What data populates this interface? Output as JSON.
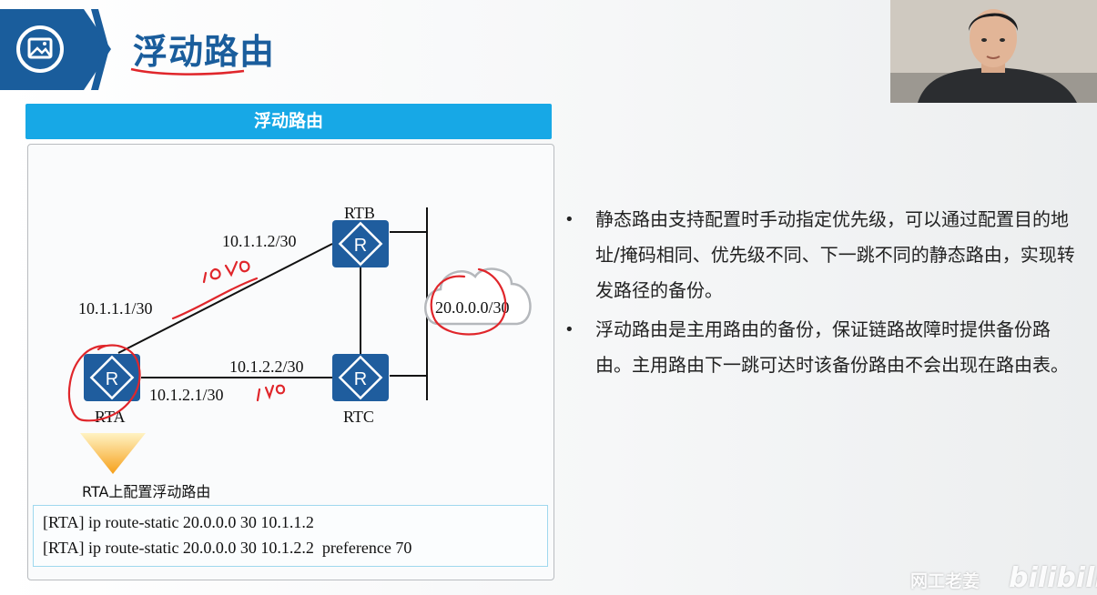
{
  "page": {
    "title": "浮动路由"
  },
  "panel": {
    "banner": "浮动路由",
    "routers": {
      "rta": "RTA",
      "rtb": "RTB",
      "rtc": "RTC",
      "router_glyph": "R"
    },
    "ip_labels": {
      "rta_to_rtb": "10.1.1.1/30",
      "rtb_to_rta": "10.1.1.2/30",
      "rtc_to_rta": "10.1.2.2/30",
      "rta_to_rtc": "10.1.2.1/30",
      "network": "20.0.0.0/30"
    },
    "caption": "RTA上配置浮动路由",
    "commands": [
      "[RTA] ip route-static 20.0.0.0 30 10.1.1.2",
      "[RTA] ip route-static 20.0.0.0 30 10.1.2.2  preference 70"
    ],
    "annotations": {
      "upper_cost": "100",
      "lower_cost": "10"
    }
  },
  "bullets": [
    "静态路由支持配置时手动指定优先级，可以通过配置目的地址/掩码相同、优先级不同、下一跳不同的静态路由，实现转发路径的备份。",
    "浮动路由是主用路由的备份，保证链路故障时提供备份路由。主用路由下一跳可达时该备份路由不会出现在路由表。"
  ],
  "bullet_marker": "•",
  "watermark": {
    "channel": "网工老姜",
    "logo": "bilibili"
  },
  "colors": {
    "accent_blue": "#1a5d9c",
    "banner_blue": "#17a8e6",
    "router_blue": "#1f5d9e",
    "annotation_red": "#e0262b"
  },
  "icons": {
    "header": "image-icon",
    "router": "router-icon",
    "cloud": "cloud-icon",
    "arrow": "down-arrow-icon"
  }
}
